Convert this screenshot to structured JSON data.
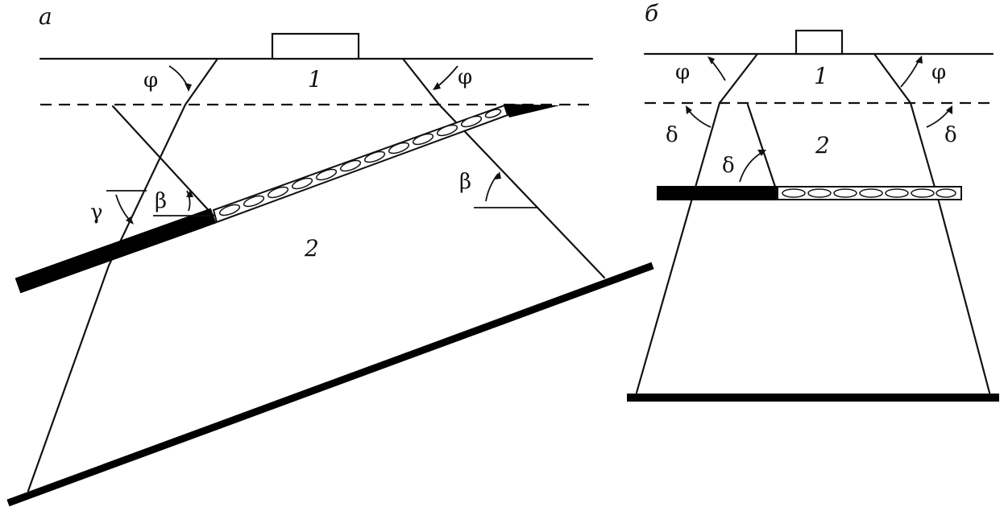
{
  "panels": {
    "a": {
      "label": "а",
      "layer_upper": "1",
      "layer_lower": "2",
      "angles": {
        "phi": "φ",
        "beta": "β",
        "gamma": "γ"
      }
    },
    "b": {
      "label": "б",
      "layer_upper": "1",
      "layer_lower": "2",
      "angles": {
        "phi": "φ",
        "delta": "δ"
      }
    }
  }
}
